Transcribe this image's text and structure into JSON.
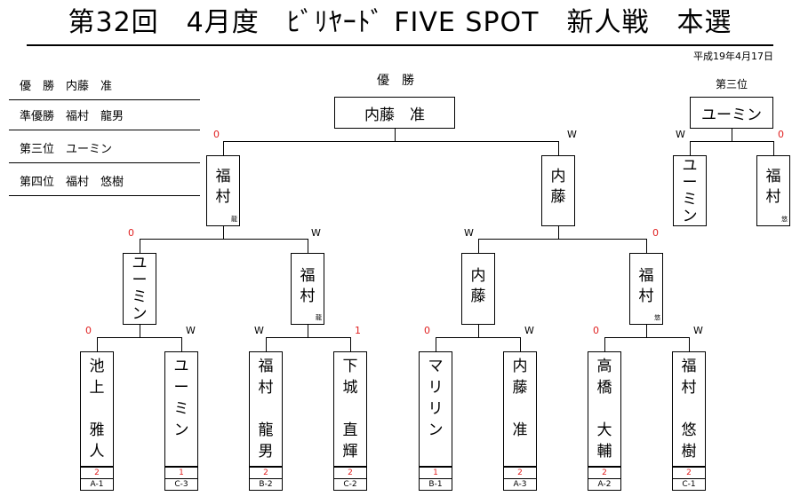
{
  "title": "第32回　4月度　ﾋﾞﾘﾔｰﾄﾞ FIVE SPOT　新人戦　本選",
  "date": "平成19年4月17日",
  "rankings": [
    "優　勝　内藤　准",
    "準優勝　福村　龍男",
    "第三位　ユーミン",
    "第四位　福村　悠樹"
  ],
  "champion_label": "優　勝",
  "champion_name": "内藤　准",
  "third_label": "第三位",
  "third_name": "ユーミン",
  "final": {
    "left": {
      "name": "福\n村",
      "sub": "龍",
      "score": "0"
    },
    "right": {
      "name": "内\n藤",
      "sub": "",
      "score": "W"
    }
  },
  "third_match": {
    "left": {
      "name": "ユ\nー\nミ\nン",
      "sub": "",
      "score": "W"
    },
    "right": {
      "name": "福\n村",
      "sub": "悠",
      "score": "0"
    }
  },
  "semis": [
    {
      "name": "ユ\nー\nミ\nン",
      "sub": "",
      "score": "0"
    },
    {
      "name": "福\n村",
      "sub": "龍",
      "score": "W"
    },
    {
      "name": "内\n藤",
      "sub": "",
      "score": "W"
    },
    {
      "name": "福\n村",
      "sub": "悠",
      "score": "0"
    }
  ],
  "players": [
    {
      "name": "池\n上\n\n雅\n人",
      "score": "0",
      "wins": "2",
      "seed": "A-1"
    },
    {
      "name": "ユ\nー\nミ\nン",
      "score": "W",
      "wins": "1",
      "seed": "C-3"
    },
    {
      "name": "福\n村\n\n龍\n男",
      "score": "W",
      "wins": "2",
      "seed": "B-2"
    },
    {
      "name": "下\n城\n\n直\n輝",
      "score": "1",
      "wins": "2",
      "seed": "C-2"
    },
    {
      "name": "マ\nリ\nリ\nン",
      "score": "0",
      "wins": "1",
      "seed": "B-1"
    },
    {
      "name": "内\n藤\n\n准",
      "score": "W",
      "wins": "2",
      "seed": "A-3"
    },
    {
      "name": "高\n橋\n\n大\n輔",
      "score": "0",
      "wins": "2",
      "seed": "A-2"
    },
    {
      "name": "福\n村\n\n悠\n樹",
      "score": "W",
      "wins": "2",
      "seed": "C-1"
    }
  ]
}
